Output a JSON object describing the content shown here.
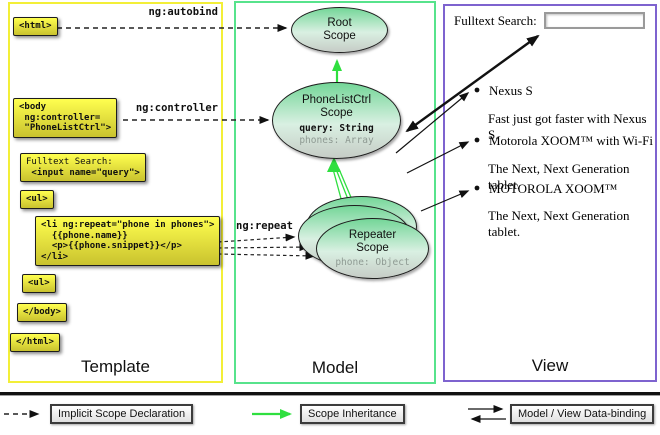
{
  "colors": {
    "template-border": "#f3ef38",
    "model-border": "#57e38c",
    "view-border": "#7e63cf",
    "box-top": "#ffff4f",
    "box-bottom": "#c9c22e",
    "ellipse-top": "#74d698",
    "ellipse-mid": "#d9f0e2",
    "ellipse-bottom": "#c6ccc6",
    "green-arrow": "#2fdf3f",
    "arrow-black": "#111111",
    "dashed": "#222222",
    "gray-text": "#8f9a93"
  },
  "bindings": {
    "autobind": "ng:autobind",
    "controller": "ng:controller",
    "repeat": "ng:repeat"
  },
  "template_panel": {
    "title": "Template",
    "boxes": [
      {
        "code": "<html>"
      },
      {
        "code": "<body\n ng:controller=\n \"PhoneListCtrl\">"
      },
      {
        "line1": "Fulltext Search:",
        "line2": " <input name=\"query\">"
      },
      {
        "code": "<ul>"
      },
      {
        "code": "<li ng:repeat=\"phone in phones\">\n  {{phone.name}}\n  <p>{{phone.snippet}}</p>\n</li>"
      },
      {
        "code": "<ul>"
      },
      {
        "code": "</body>"
      },
      {
        "code": "</html>"
      }
    ]
  },
  "model_panel": {
    "title": "Model",
    "root": {
      "name": "Root Scope"
    },
    "phonelist": {
      "name": "PhoneListCtrl Scope",
      "query": "query: String",
      "phones": "phones: Array"
    },
    "repeater": {
      "name": "Repeater Scope",
      "phone": "phone: Object"
    }
  },
  "view_panel": {
    "title": "View",
    "search_label": "Fulltext Search:",
    "items": [
      {
        "title": "Nexus S",
        "desc": "Fast just got faster with Nexus S."
      },
      {
        "title": "Motorola XOOM™ with Wi-Fi",
        "desc": "The Next, Next Generation tablet."
      },
      {
        "title": "MOTOROLA XOOM™",
        "desc": "The Next, Next Generation tablet."
      }
    ]
  },
  "legend": {
    "items": [
      {
        "label": "Implicit Scope Declaration"
      },
      {
        "label": "Scope Inheritance"
      },
      {
        "label": "Model / View Data-binding"
      }
    ]
  }
}
